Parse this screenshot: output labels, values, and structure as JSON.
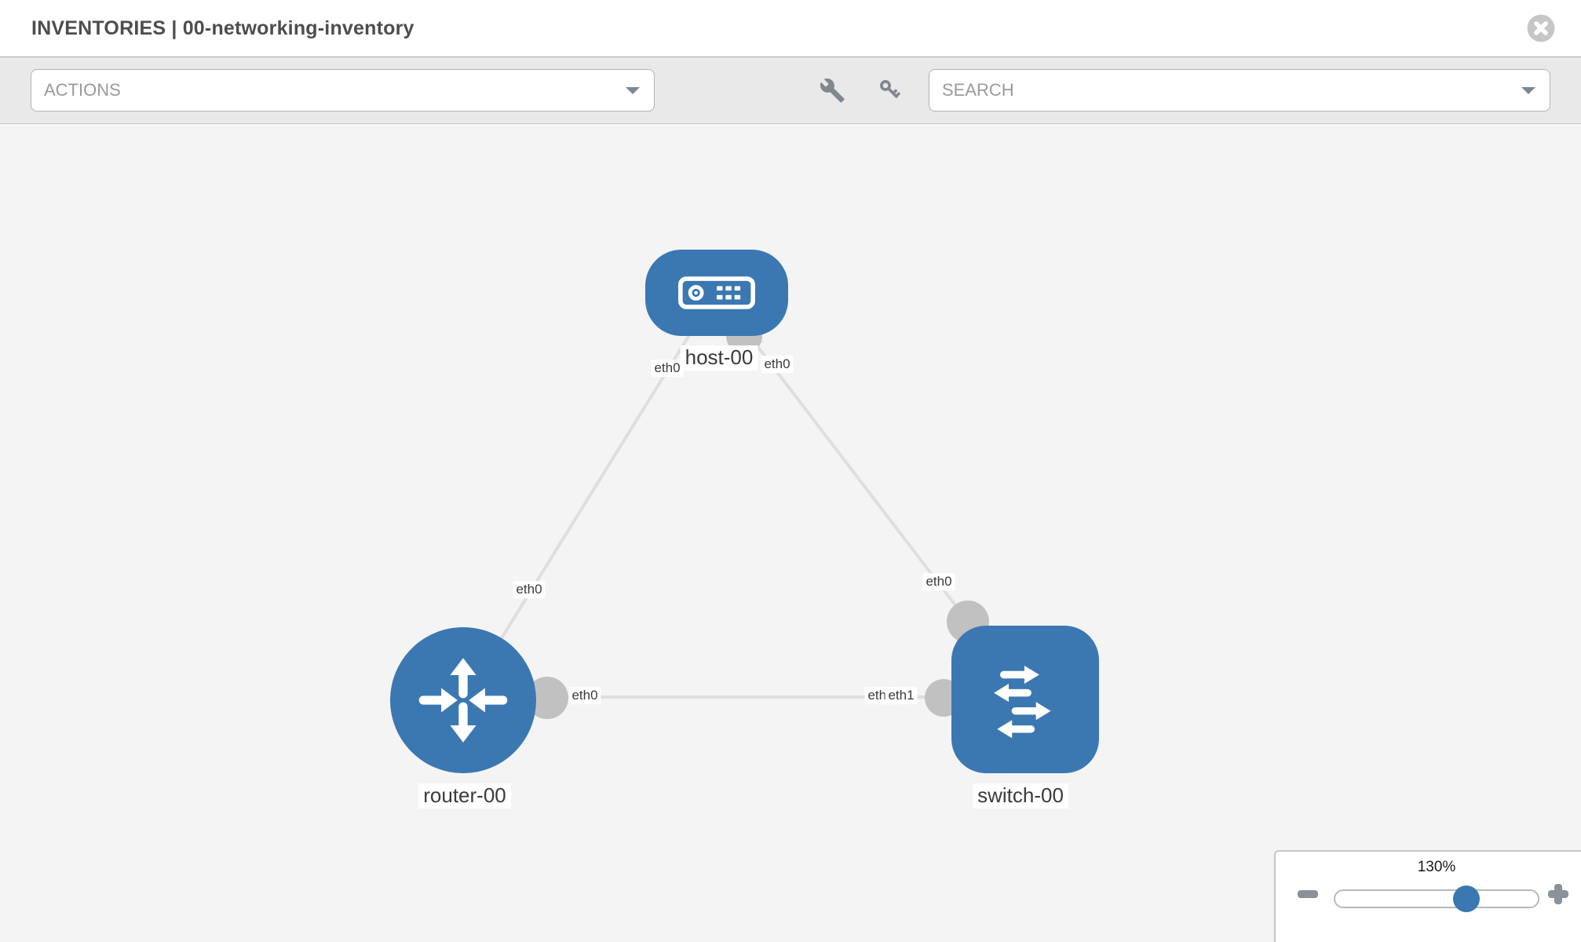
{
  "header": {
    "title": "INVENTORIES | 00-networking-inventory"
  },
  "toolbar": {
    "actions_label": "ACTIONS",
    "search_label": "SEARCH"
  },
  "icons": {
    "close": "x-circle",
    "actions_caret": "chevron-down",
    "search_caret": "chevron-down",
    "tools": "wrench",
    "credentials": "key",
    "zoom_out": "minus",
    "zoom_in": "plus"
  },
  "topology": {
    "nodes": [
      {
        "id": "host-00",
        "type": "host",
        "label": "host-00"
      },
      {
        "id": "router-00",
        "type": "router",
        "label": "router-00"
      },
      {
        "id": "switch-00",
        "type": "switch",
        "label": "switch-00"
      }
    ],
    "links": [
      {
        "from": "host-00",
        "to": "router-00",
        "from_label": "eth0",
        "to_label": "eth0"
      },
      {
        "from": "host-00",
        "to": "switch-00",
        "from_label": "eth0",
        "to_label": "eth0"
      },
      {
        "from": "router-00",
        "to": "switch-00",
        "from_label": "eth0",
        "to_labels": [
          "eth0",
          "eth1"
        ]
      }
    ]
  },
  "zoom_control": {
    "level": "130%"
  },
  "colors": {
    "node_blue": "#3b78b2",
    "endpoint_gray": "#c1c1c1",
    "link_gray": "#dedede",
    "toolbar_bg": "#e9e9e9",
    "canvas_bg": "#f4f4f4",
    "icon_gray": "#81878f",
    "title_gray": "#4d4d4d"
  }
}
